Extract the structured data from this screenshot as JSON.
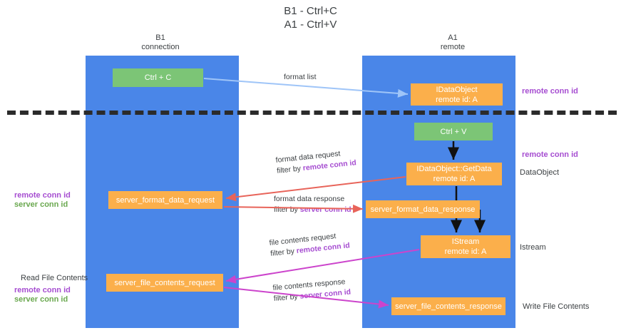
{
  "title": "B1 - Ctrl+C\nA1 - Ctrl+V",
  "columns": {
    "left": "B1\nconnection",
    "right": "A1\nremote"
  },
  "nodes": {
    "ctrl_c": {
      "line1": "Ctrl + C",
      "line2": "",
      "color": "#7cc576"
    },
    "idataobject": {
      "line1": "IDataObject",
      "line2": "remote id: A",
      "color": "#fbaf4b"
    },
    "ctrl_v": {
      "line1": "Ctrl + V",
      "line2": "",
      "color": "#7cc576"
    },
    "getdata": {
      "line1": "IDataObject::GetData",
      "line2": "remote id: A",
      "color": "#fbaf4b"
    },
    "server_format_data_request": {
      "line1": "server_format_data_request",
      "line2": "",
      "color": "#fbaf4b"
    },
    "server_format_data_response": {
      "line1": "server_format_data_response",
      "line2": "",
      "color": "#fbaf4b"
    },
    "istream": {
      "line1": "IStream",
      "line2": "remote id: A",
      "color": "#fbaf4b"
    },
    "server_file_contents_request": {
      "line1": "server_file_contents_request",
      "line2": "",
      "color": "#fbaf4b"
    },
    "server_file_contents_response": {
      "line1": "server_file_contents_response",
      "line2": "",
      "color": "#fbaf4b"
    }
  },
  "edge_labels": {
    "format_list": "format list",
    "format_data_request": "format data request",
    "format_data_request_filter_prefix": "filter by ",
    "format_data_request_filter_key": "remote conn id",
    "format_data_response": "format data response",
    "format_data_response_filter_prefix": "filter by ",
    "format_data_response_filter_key": "server conn id",
    "file_contents_request": "file contents request",
    "file_contents_request_filter_prefix": "filter by ",
    "file_contents_request_filter_key": "remote conn id",
    "file_contents_response": "file contents response",
    "file_contents_response_filter_prefix": "filter by ",
    "file_contents_response_filter_key": "server conn id"
  },
  "annotations": {
    "remote_conn_id_top": "remote conn id",
    "remote_conn_id_mid": "remote conn id",
    "dataobject": "DataObject",
    "istream": "Istream",
    "write_file_contents": "Write File Contents",
    "read_file_contents": "Read File Contents",
    "remote_conn_id_left": "remote conn id",
    "server_conn_id_left": "server conn id",
    "remote_conn_id_left2": "remote conn id",
    "server_conn_id_left2": "server conn id"
  },
  "colors": {
    "lane": "#4a86e8",
    "green_node": "#7cc576",
    "orange_node": "#fbaf4b",
    "purple_text": "#a64dd1",
    "green_text": "#6aa84f",
    "red_arrow": "#e8645a",
    "magenta_arrow": "#cc44cc",
    "blue_arrow": "#9fc5f8",
    "divider": "#2b2b2b"
  }
}
